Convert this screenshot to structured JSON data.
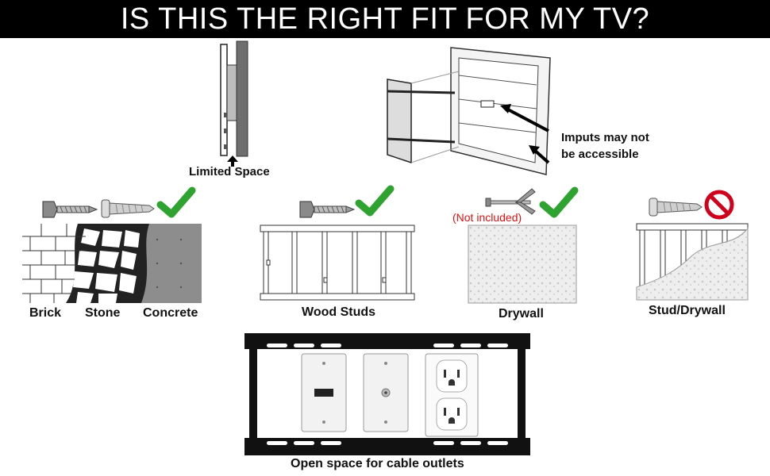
{
  "title": "IS THIS THE RIGHT FIT FOR MY TV?",
  "top": {
    "limited_space": "Limited Space",
    "inputs_note_line1": "Imputs may not",
    "inputs_note_line2": "be accessible"
  },
  "walls": {
    "brick": "Brick",
    "stone": "Stone",
    "concrete": "Concrete",
    "wood_studs": "Wood Studs",
    "drywall": "Drywall",
    "drywall_note": "(Not included)",
    "stud_drywall": "Stud/Drywall"
  },
  "bottom": {
    "caption": "Open space for cable outlets"
  },
  "colors": {
    "check": "#2fa32f",
    "prohibited": "#d0021b",
    "note": "#dd1111"
  },
  "icons": [
    "screw-icon",
    "wall-anchor-icon",
    "checkmark-icon",
    "toggle-bolt-icon",
    "prohibited-icon",
    "arrow-up-icon"
  ]
}
